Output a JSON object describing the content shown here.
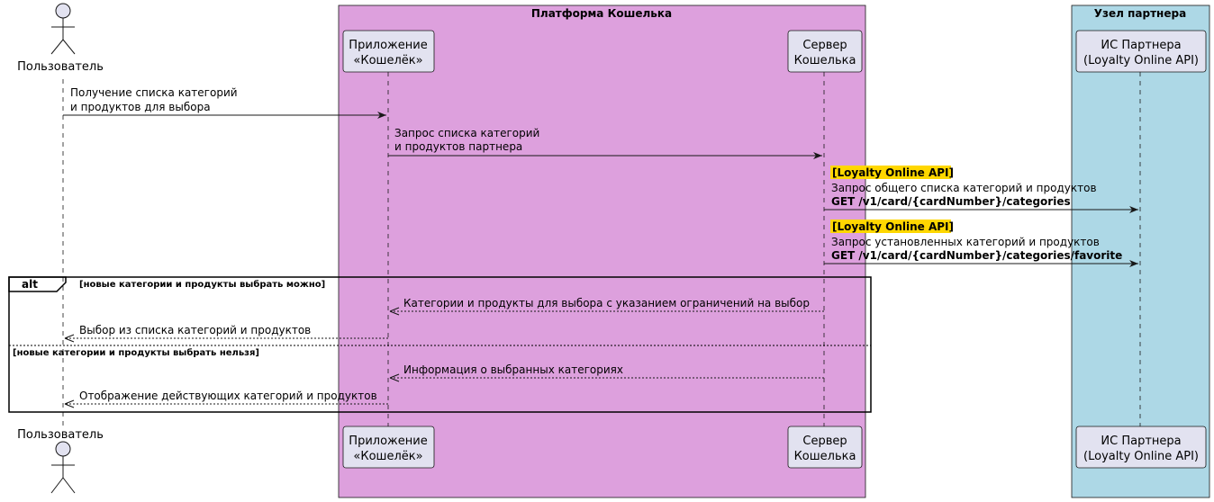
{
  "colors": {
    "wallet_group_fill": "#dda0dd",
    "partner_group_fill": "#add8e6",
    "participant_fill": "#e2e2f0",
    "actor_fill": "#e2e2f0",
    "highlight": "#ffd700"
  },
  "groups": {
    "wallet": "Платформа Кошелька",
    "partner": "Узел партнера"
  },
  "participants": {
    "user": "Пользователь",
    "app": [
      "Приложение",
      "«Кошелёк»"
    ],
    "server": [
      "Сервер",
      "Кошелька"
    ],
    "partner": [
      "ИС Партнера",
      "(Loyalty Online API)"
    ]
  },
  "messages": {
    "m1": [
      "Получение списка категорий",
      "и продуктов для выбора"
    ],
    "m2": [
      "Запрос списка категорий",
      "и продуктов партнера"
    ],
    "m3": {
      "tag": "[Loyalty Online API]",
      "text": "Запрос общего списка категорий и продуктов",
      "endpoint": "GET  /v1/card/{cardNumber}/categories"
    },
    "m4": {
      "tag": "[Loyalty Online API]",
      "text": "Запрос установленных категорий и продуктов",
      "endpoint": "GET  /v1/card/{cardNumber}/categories/favorite"
    },
    "m5": "Категории и продукты для выбора с указанием ограничений на выбор",
    "m6": "Выбор из списка категорий и продуктов",
    "m7": "Информация о выбранных категориях",
    "m8": "Отображение действующих категорий и продуктов"
  },
  "alt": {
    "label": "alt",
    "guard1": "[новые категории и продукты выбрать можно]",
    "guard2": "[новые категории и продукты выбрать нельзя]"
  }
}
